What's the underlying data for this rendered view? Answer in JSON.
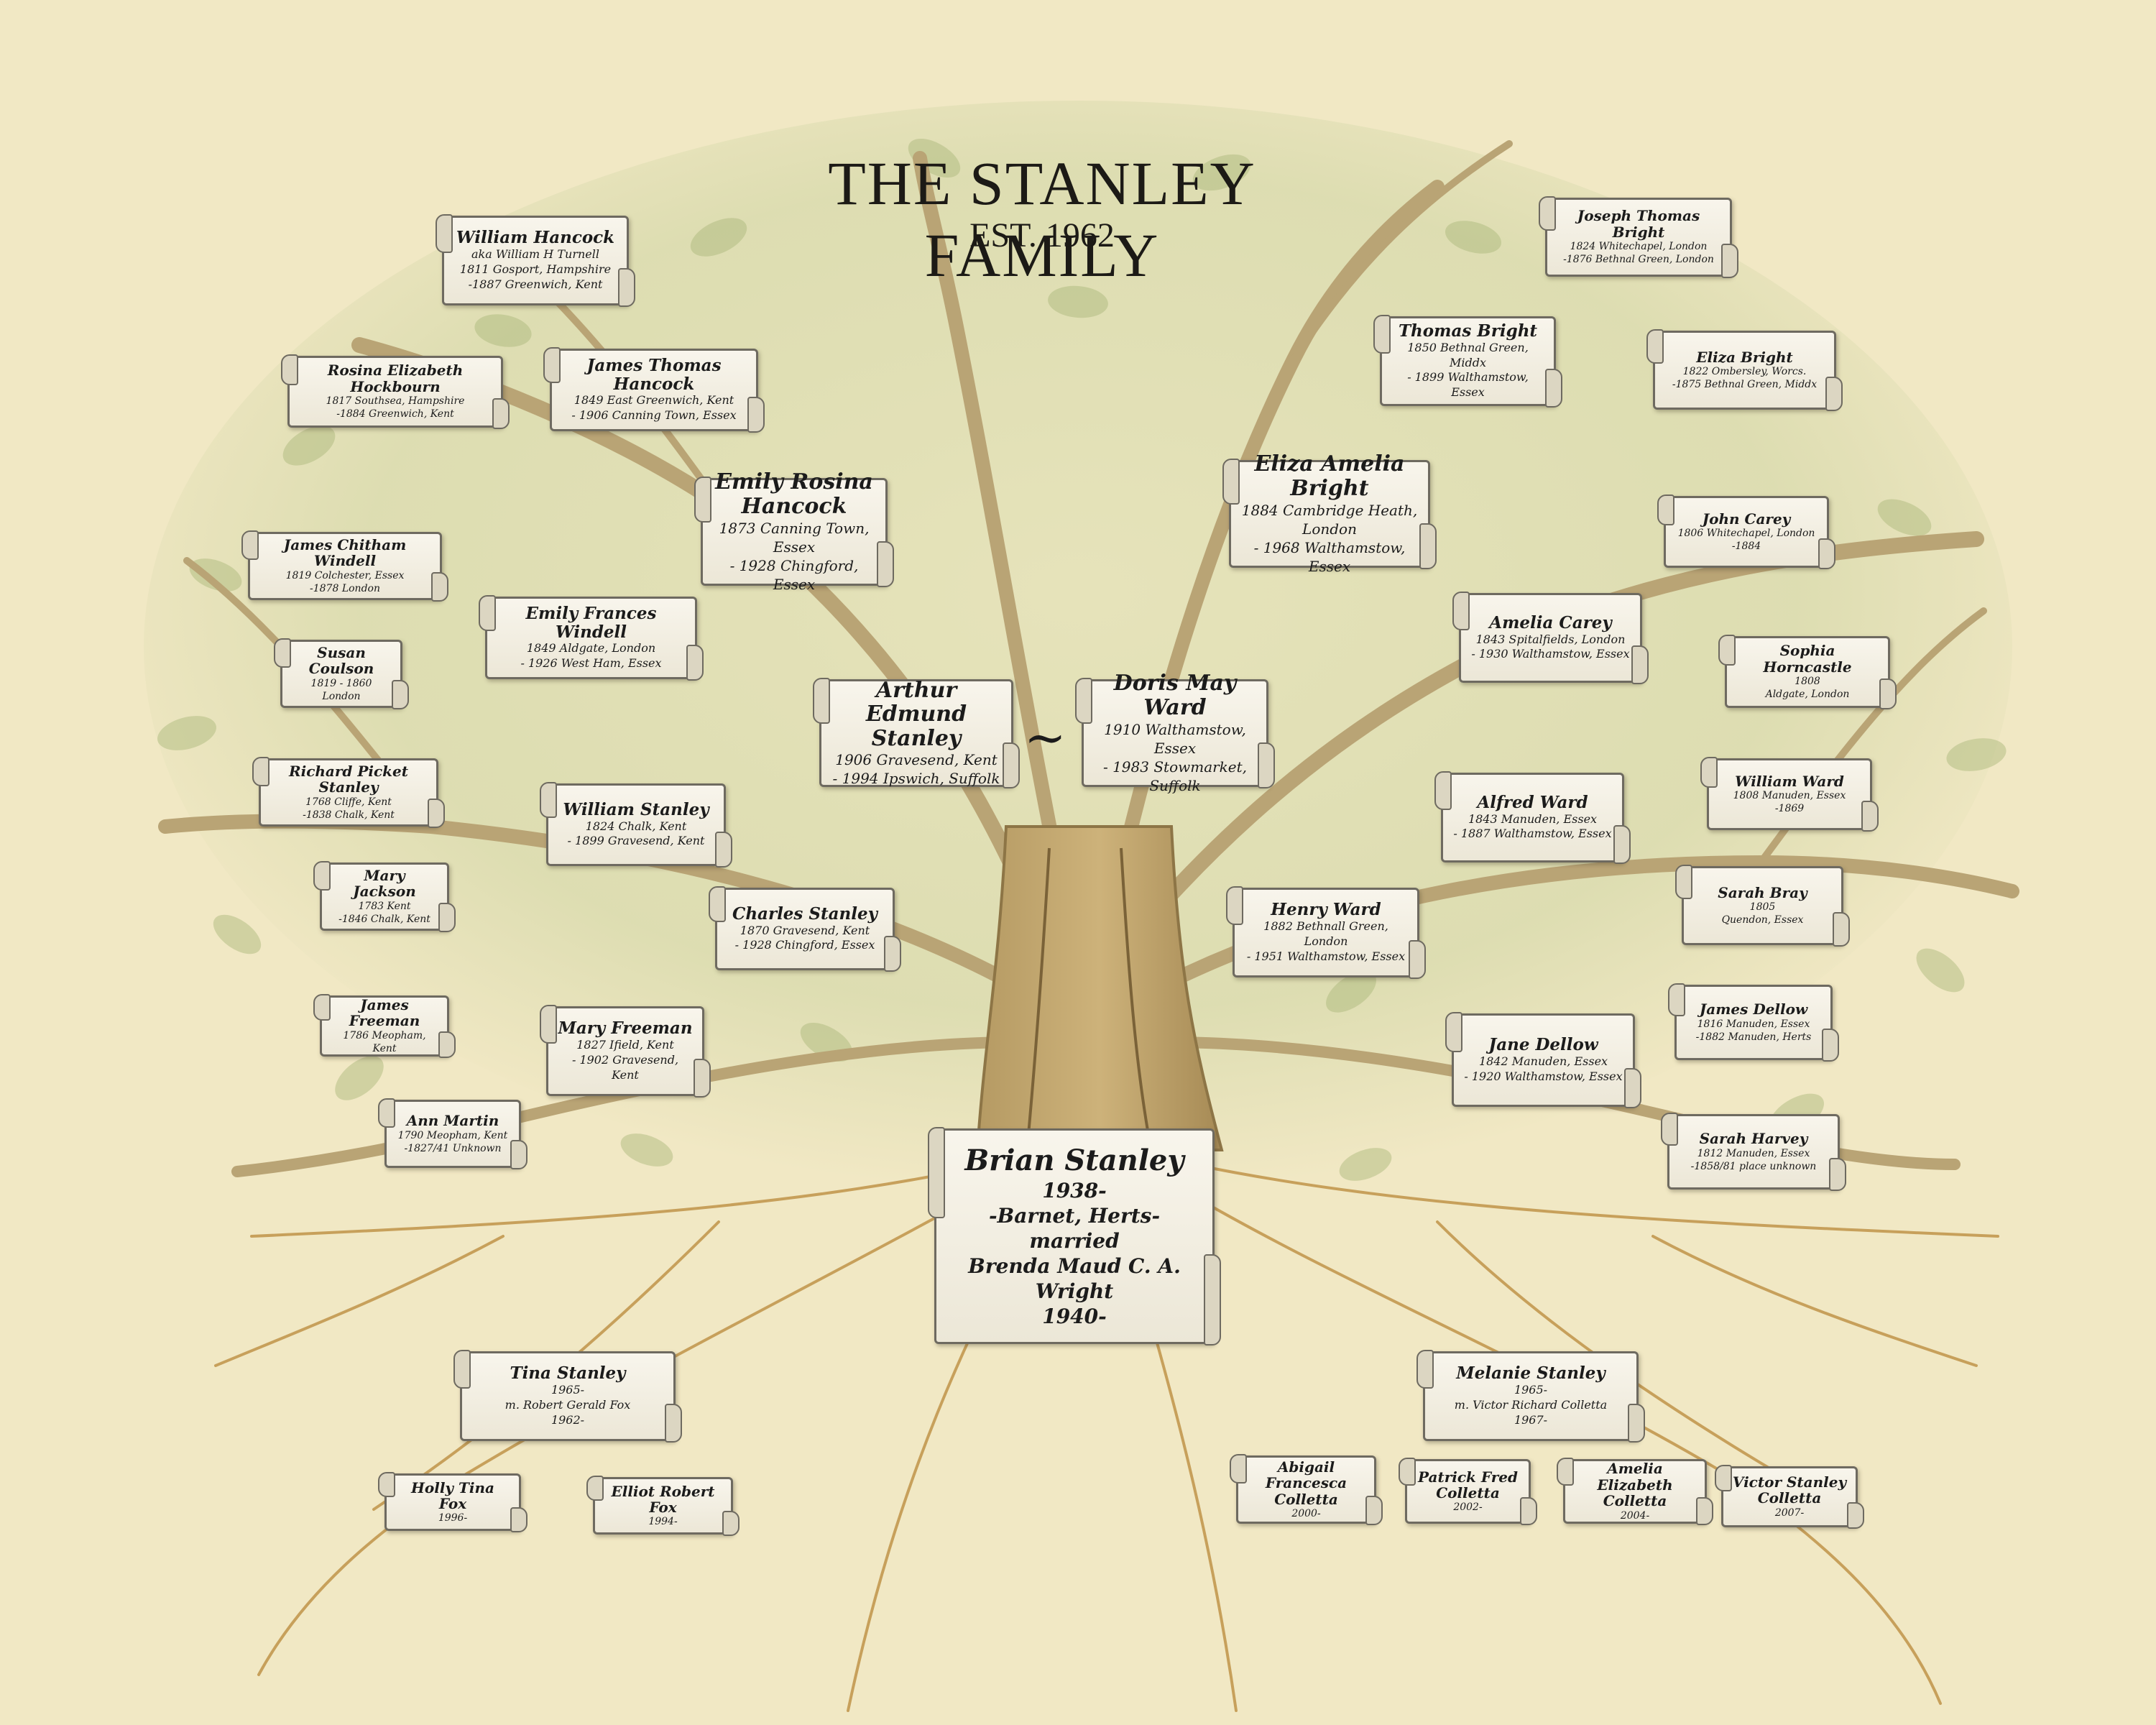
{
  "header": {
    "title": "THE STANLEY FAMILY",
    "subtitle": "EST. 1962"
  },
  "couple_symbol": "~",
  "people": {
    "william_hancock": {
      "name": "William Hancock",
      "lines": [
        "aka William H Turnell",
        "1811 Gosport, Hampshire",
        "-1887 Greenwich, Kent"
      ]
    },
    "rosina_hockbourn": {
      "name": "Rosina Elizabeth Hockbourn",
      "lines": [
        "1817 Southsea, Hampshire",
        "-1884 Greenwich, Kent"
      ]
    },
    "james_thomas_hancock": {
      "name": "James Thomas Hancock",
      "lines": [
        "1849 East Greenwich, Kent",
        "- 1906 Canning Town, Essex"
      ]
    },
    "emily_rosina_hancock": {
      "name": "Emily Rosina Hancock",
      "lines": [
        "1873 Canning Town, Essex",
        "- 1928 Chingford, Essex"
      ]
    },
    "james_chitham_windell": {
      "name": "James Chitham Windell",
      "lines": [
        "1819 Colchester, Essex",
        "-1878 London"
      ]
    },
    "susan_coulson": {
      "name": "Susan Coulson",
      "lines": [
        "1819 - 1860",
        "London"
      ]
    },
    "emily_frances_windell": {
      "name": "Emily Frances Windell",
      "lines": [
        "1849 Aldgate, London",
        "- 1926 West Ham, Essex"
      ]
    },
    "richard_picket_stanley": {
      "name": "Richard Picket Stanley",
      "lines": [
        "1768 Cliffe, Kent",
        "-1838 Chalk, Kent"
      ]
    },
    "mary_jackson": {
      "name": "Mary Jackson",
      "lines": [
        "1783 Kent",
        "-1846 Chalk, Kent"
      ]
    },
    "william_stanley": {
      "name": "William Stanley",
      "lines": [
        "1824 Chalk, Kent",
        "- 1899 Gravesend, Kent"
      ]
    },
    "charles_stanley": {
      "name": "Charles Stanley",
      "lines": [
        "1870 Gravesend, Kent",
        "- 1928 Chingford, Essex"
      ]
    },
    "james_freeman": {
      "name": "James Freeman",
      "lines": [
        "1786 Meopham, Kent"
      ]
    },
    "ann_martin": {
      "name": "Ann Martin",
      "lines": [
        "1790 Meopham, Kent",
        "-1827/41 Unknown"
      ]
    },
    "mary_freeman": {
      "name": "Mary Freeman",
      "lines": [
        "1827 Ifield, Kent",
        "- 1902 Gravesend, Kent"
      ]
    },
    "arthur_edmund_stanley": {
      "name": "Arthur Edmund Stanley",
      "lines": [
        "1906 Gravesend, Kent",
        "- 1994 Ipswich, Suffolk"
      ]
    },
    "doris_may_ward": {
      "name": "Doris May Ward",
      "lines": [
        "1910 Walthamstow, Essex",
        "- 1983 Stowmarket, Suffolk"
      ]
    },
    "joseph_thomas_bright": {
      "name": "Joseph Thomas Bright",
      "lines": [
        "1824 Whitechapel, London",
        "-1876 Bethnal Green, London"
      ]
    },
    "thomas_bright": {
      "name": "Thomas Bright",
      "lines": [
        "1850 Bethnal Green, Middx",
        "- 1899 Walthamstow, Essex"
      ]
    },
    "eliza_bright": {
      "name": "Eliza Bright",
      "lines": [
        "1822 Ombersley, Worcs.",
        "-1875 Bethnal Green, Middx"
      ]
    },
    "eliza_amelia_bright": {
      "name": "Eliza Amelia Bright",
      "lines": [
        "1884 Cambridge Heath, London",
        "- 1968 Walthamstow, Essex"
      ]
    },
    "john_carey": {
      "name": "John Carey",
      "lines": [
        "1806 Whitechapel, London",
        "-1884"
      ]
    },
    "amelia_carey": {
      "name": "Amelia Carey",
      "lines": [
        "1843 Spitalfields, London",
        "- 1930 Walthamstow, Essex"
      ]
    },
    "sophia_horncastle": {
      "name": "Sophia Horncastle",
      "lines": [
        "1808",
        "Aldgate, London"
      ]
    },
    "william_ward": {
      "name": "William Ward",
      "lines": [
        "1808 Manuden, Essex",
        "-1869"
      ]
    },
    "alfred_ward": {
      "name": "Alfred Ward",
      "lines": [
        "1843 Manuden, Essex",
        "- 1887 Walthamstow, Essex"
      ]
    },
    "sarah_bray": {
      "name": "Sarah Bray",
      "lines": [
        "1805",
        "Quendon, Essex"
      ]
    },
    "henry_ward": {
      "name": "Henry Ward",
      "lines": [
        "1882 Bethnall Green, London",
        "- 1951 Walthamstow, Essex"
      ]
    },
    "james_dellow": {
      "name": "James Dellow",
      "lines": [
        "1816 Manuden, Essex",
        "-1882 Manuden, Herts"
      ]
    },
    "jane_dellow": {
      "name": "Jane Dellow",
      "lines": [
        "1842 Manuden, Essex",
        "- 1920 Walthamstow, Essex"
      ]
    },
    "sarah_harvey": {
      "name": "Sarah Harvey",
      "lines": [
        "1812 Manuden, Essex",
        "-1858/81 place unknown"
      ]
    },
    "brian_stanley": {
      "name": "Brian Stanley",
      "lines": [
        "1938-",
        "-Barnet, Herts-",
        "married",
        "Brenda Maud C. A.",
        "Wright",
        "1940-"
      ]
    },
    "tina_stanley": {
      "name": "Tina Stanley",
      "lines": [
        "1965-",
        "m. Robert Gerald Fox",
        "1962-"
      ]
    },
    "melanie_stanley": {
      "name": "Melanie Stanley",
      "lines": [
        "1965-",
        "m. Victor Richard Colletta",
        "1967-"
      ]
    },
    "holly_tina_fox": {
      "name": "Holly Tina Fox",
      "lines": [
        "1996-"
      ]
    },
    "elliot_robert_fox": {
      "name": "Elliot Robert Fox",
      "lines": [
        "1994-"
      ]
    },
    "abigail_colletta": {
      "name": "Abigail Francesca Colletta",
      "lines": [
        "2000-"
      ]
    },
    "patrick_colletta": {
      "name": "Patrick Fred Colletta",
      "lines": [
        "2002-"
      ]
    },
    "amelia_colletta": {
      "name": "Amelia Elizabeth Colletta",
      "lines": [
        "2004-"
      ]
    },
    "victor_colletta": {
      "name": "Victor Stanley Colletta",
      "lines": [
        "2007-"
      ]
    }
  }
}
